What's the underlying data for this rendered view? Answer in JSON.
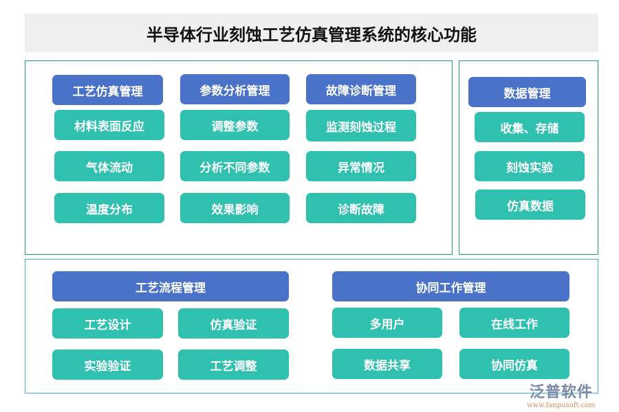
{
  "title": "半导体行业刻蚀工艺仿真管理系统的核心功能",
  "top_groups": [
    {
      "header": "工艺仿真管理",
      "items": [
        "材料表面反应",
        "气体流动",
        "温度分布"
      ]
    },
    {
      "header": "参数分析管理",
      "items": [
        "调整参数",
        "分析不同参数",
        "效果影响"
      ]
    },
    {
      "header": "故障诊断管理",
      "items": [
        "监测刻蚀过程",
        "异常情况",
        "诊断故障"
      ]
    }
  ],
  "right_group": {
    "header": "数据管理",
    "items": [
      "收集、存储",
      "刻蚀实验",
      "仿真数据"
    ]
  },
  "bottom_groups": [
    {
      "header": "工艺流程管理",
      "items": [
        "工艺设计",
        "仿真验证",
        "实验验证",
        "工艺调整"
      ]
    },
    {
      "header": "协同工作管理",
      "items": [
        "多用户",
        "在线工作",
        "数据共享",
        "协同仿真"
      ]
    }
  ],
  "logo": {
    "name": "泛普软件",
    "url": "www.fanpusoft.com"
  },
  "colors": {
    "header": "#4a72c8",
    "item": "#30c0b0",
    "border_top": "#1aa060",
    "border_bottom": "#3ab8d0"
  }
}
